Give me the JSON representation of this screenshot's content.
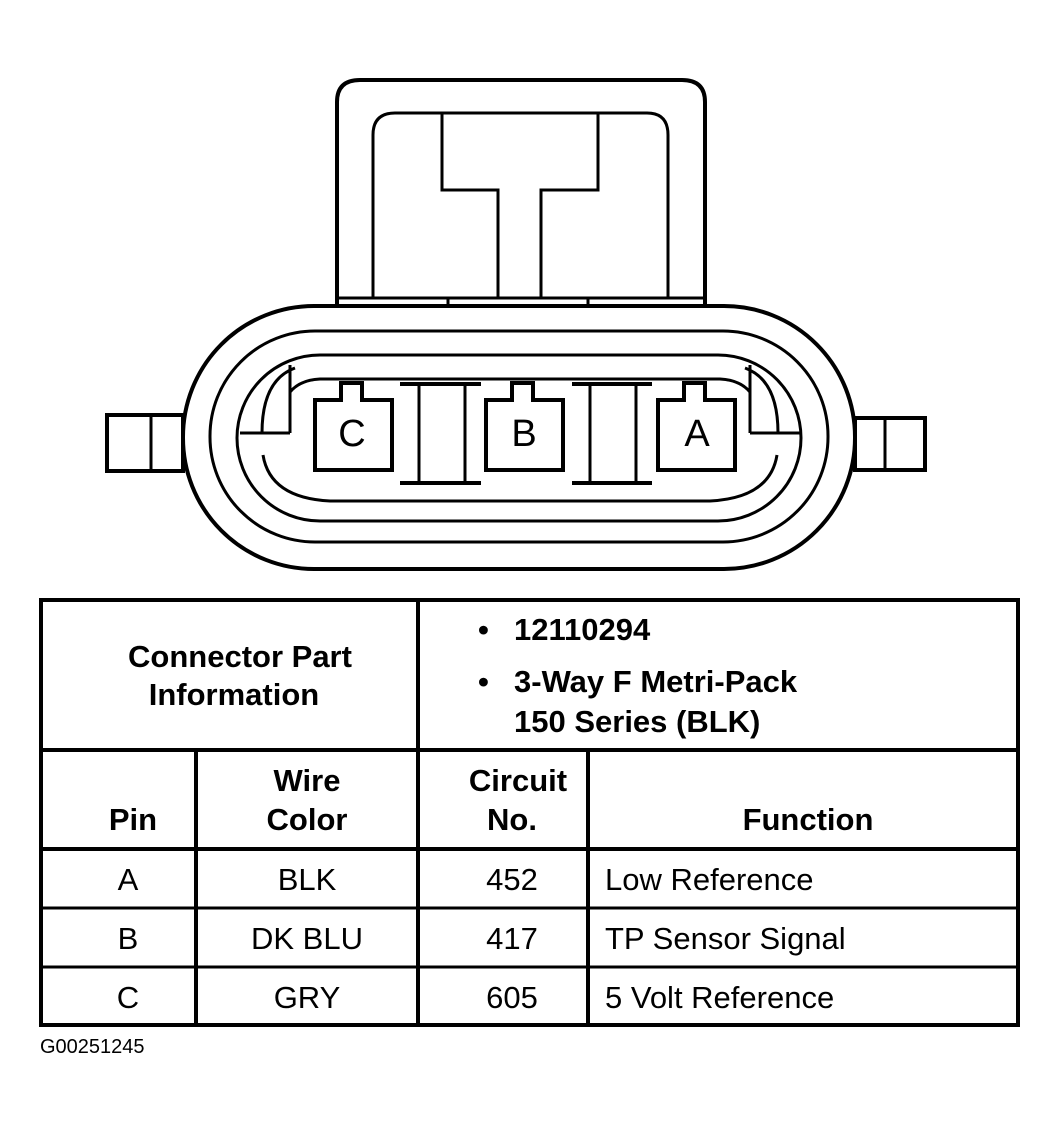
{
  "connector": {
    "pins": [
      "C",
      "B",
      "A"
    ]
  },
  "part_info": {
    "label_line1": "Connector Part",
    "label_line2": "Information",
    "bullet": "•",
    "part_number": "12110294",
    "type_line1": "3-Way F Metri-Pack",
    "type_line2": "150 Series (BLK)"
  },
  "table": {
    "headers": {
      "pin": "Pin",
      "wire_color_1": "Wire",
      "wire_color_2": "Color",
      "circuit_1": "Circuit",
      "circuit_2": "No.",
      "function": "Function"
    },
    "rows": [
      {
        "pin": "A",
        "wire_color": "BLK",
        "circuit": "452",
        "function": "Low Reference"
      },
      {
        "pin": "B",
        "wire_color": "DK BLU",
        "circuit": "417",
        "function": "TP Sensor Signal"
      },
      {
        "pin": "C",
        "wire_color": "GRY",
        "circuit": "605",
        "function": "5 Volt Reference"
      }
    ]
  },
  "figure_id": "G00251245"
}
